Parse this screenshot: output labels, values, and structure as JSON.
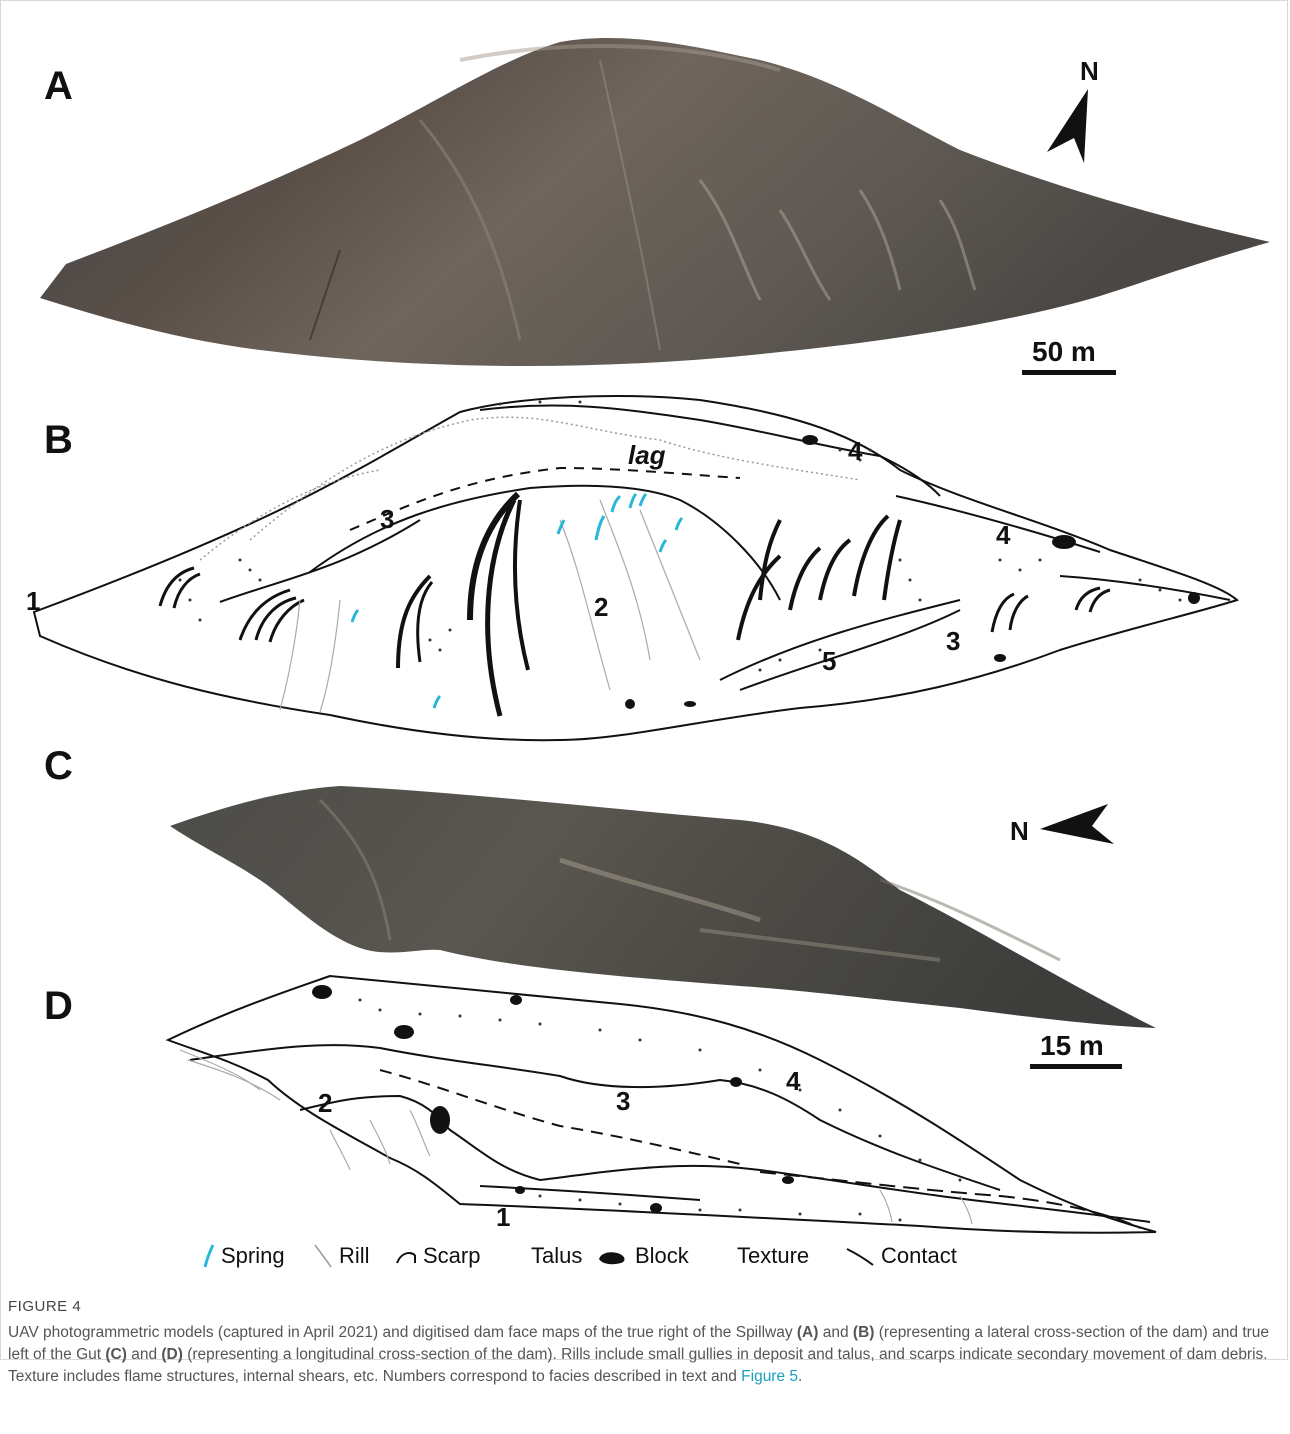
{
  "panels": {
    "a": "A",
    "b": "B",
    "c": "C",
    "d": "D"
  },
  "north_label": "N",
  "scale_a": "50 m",
  "scale_c": "15 m",
  "map_b": {
    "lag": "lag",
    "facies": [
      "1",
      "2",
      "3",
      "3",
      "4",
      "4",
      "5"
    ]
  },
  "map_d": {
    "facies": [
      "1",
      "2",
      "3",
      "4"
    ]
  },
  "legend": {
    "spring": "Spring",
    "rill": "Rill",
    "scarp": "Scarp",
    "talus": "Talus",
    "block": "Block",
    "texture": "Texture",
    "contact": "Contact"
  },
  "colors": {
    "spring": "#29b6d9",
    "rock_dark": "#4a4641",
    "rock_light": "#8c8478",
    "link": "#1a9fbf"
  },
  "caption": {
    "label": "FIGURE 4",
    "part1": "UAV photogrammetric models (captured in April 2021) and digitised dam face maps of the true right of the Spillway ",
    "ref_a": "(A)",
    "and1": " and ",
    "ref_b": "(B)",
    "part2": " (representing a lateral cross-section of the dam) and true left of the Gut ",
    "ref_c": "(C)",
    "and2": " and ",
    "ref_d": "(D)",
    "part3": " (representing a longitudinal cross-section of the dam). Rills include small gullies in deposit and talus, and scarps indicate secondary movement of dam debris. Texture includes flame structures, internal shears, etc. Numbers correspond to facies described in text and ",
    "link": "Figure 5",
    "end": "."
  }
}
